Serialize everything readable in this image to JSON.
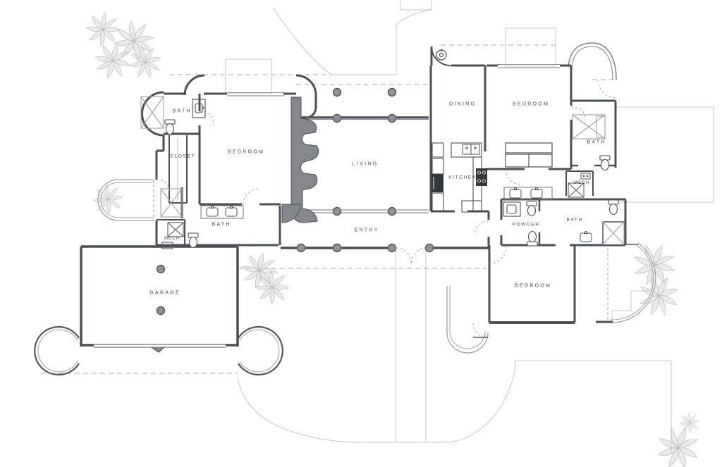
{
  "document": {
    "drawing_type": "architectural floor plan",
    "style": "single-story residence with garage, entry colonnade and palm landscaping"
  },
  "colors": {
    "wall": "#4c4f53",
    "wall_fill": "#84888c",
    "light_line": "#c4c7c9",
    "dashed_line": "#a6a9ac",
    "column_fill": "#8f9397",
    "foliage": "#bcbfc2",
    "appliance_dark": "#33373b",
    "label_text": "#43464a",
    "background": "#ffffff"
  },
  "rooms": {
    "bath_upper_left": {
      "label": "BATH"
    },
    "closet": {
      "label": "CLOSET"
    },
    "bedroom_left": {
      "label": "BEDROOM"
    },
    "bath_lower_left": {
      "label": "BATH"
    },
    "mech_left": {
      "label": "MECH"
    },
    "living": {
      "label": "LIVING"
    },
    "entry": {
      "label": "ENTRY"
    },
    "garage": {
      "label": "GARAGE"
    },
    "dining": {
      "label": "DINING"
    },
    "kitchen": {
      "label": "KITCHEN"
    },
    "bedroom_upper_right": {
      "label": "BEDROOM"
    },
    "bath_upper_right": {
      "label": "BATH"
    },
    "mech_right": {
      "label": "MECH"
    },
    "powder": {
      "label": "POWDER"
    },
    "bath_lower_right": {
      "label": "BATH"
    },
    "bedroom_lower_right": {
      "label": "BEDROOM"
    }
  }
}
